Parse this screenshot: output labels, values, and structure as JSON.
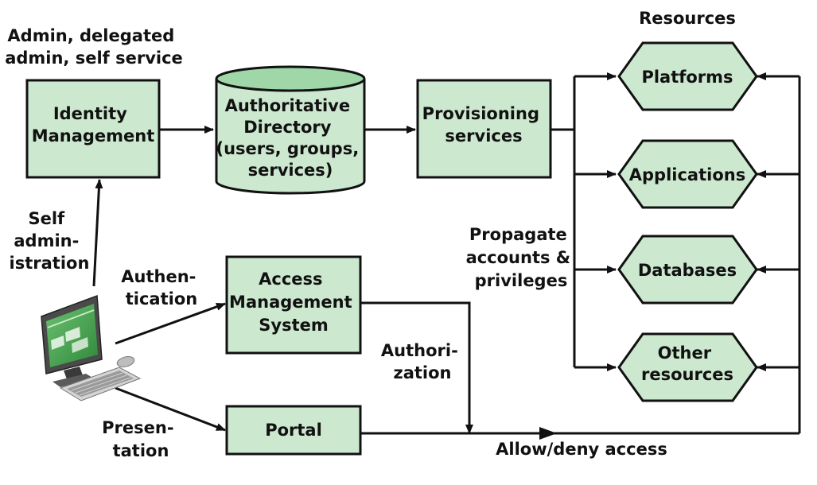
{
  "colors": {
    "node_fill": "#cce8cf",
    "cylinder_top": "#9fd7a8",
    "stroke": "#111111",
    "text": "#111111",
    "monitor_screen": "#3fa04a"
  },
  "nodes": {
    "identity_management": {
      "lines": [
        "Identity",
        "Management"
      ]
    },
    "authoritative_directory": {
      "lines": [
        "Authoritative",
        "Directory",
        "(users, groups,",
        "services)"
      ]
    },
    "provisioning_services": {
      "lines": [
        "Provisioning",
        "services"
      ]
    },
    "access_management_system": {
      "lines": [
        "Access",
        "Management",
        "System"
      ]
    },
    "portal": {
      "lines": [
        "Portal"
      ]
    },
    "platforms": {
      "lines": [
        "Platforms"
      ]
    },
    "applications": {
      "lines": [
        "Applications"
      ]
    },
    "databases": {
      "lines": [
        "Databases"
      ]
    },
    "other_resources": {
      "lines": [
        "Other",
        "resources"
      ]
    }
  },
  "labels": {
    "admin_note": [
      "Admin, delegated",
      "admin, self service"
    ],
    "resources": [
      "Resources"
    ],
    "self_administration": [
      "Self",
      "admin-",
      "istration"
    ],
    "authentication": [
      "Authen-",
      "tication"
    ],
    "presentation": [
      "Presen-",
      "tation"
    ],
    "propagate": [
      "Propagate",
      "accounts &",
      "privileges"
    ],
    "authorization": [
      "Authori-",
      "zation"
    ],
    "allow_deny": [
      "Allow/deny access"
    ]
  },
  "icons": {
    "workstation": "desktop-computer-icon"
  }
}
